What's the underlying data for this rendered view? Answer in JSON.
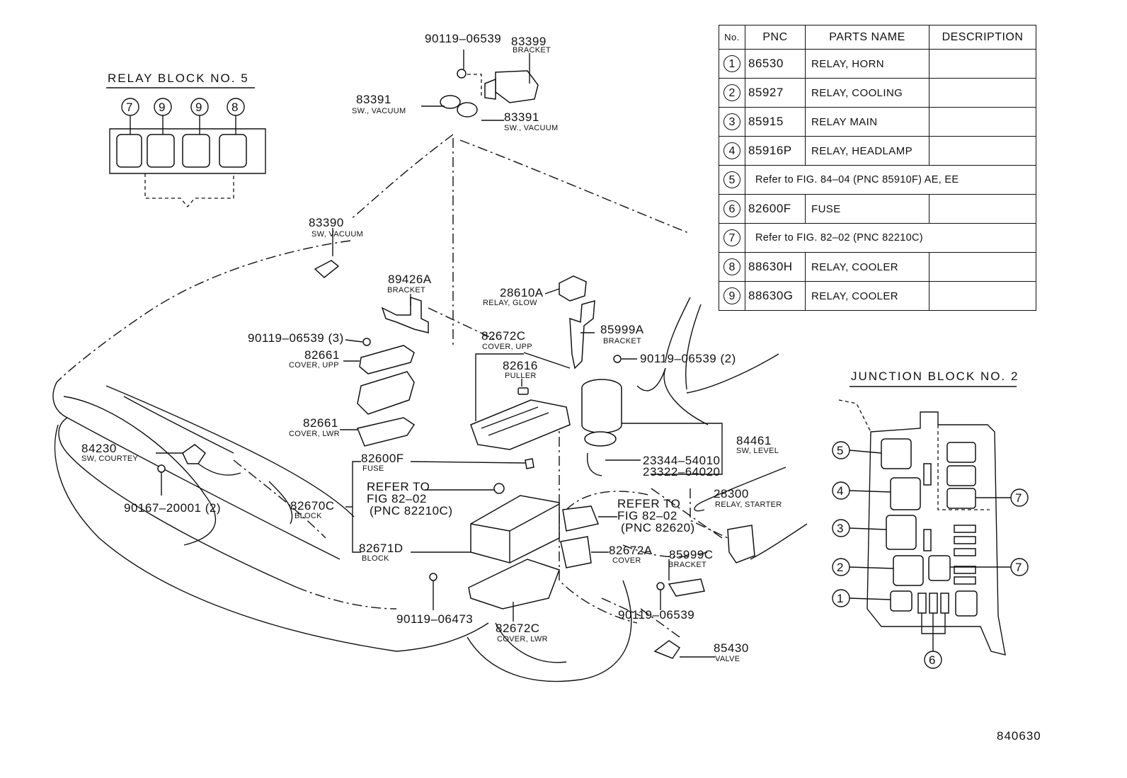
{
  "relay_block": {
    "title": "RELAY BLOCK NO. 5",
    "slots": [
      "7",
      "9",
      "9",
      "8"
    ]
  },
  "junction_block": {
    "title": "JUNCTION BLOCK NO. 2",
    "callouts": [
      "5",
      "4",
      "3",
      "2",
      "1",
      "7",
      "7",
      "6"
    ]
  },
  "table": {
    "headers": [
      "No.",
      "PNC",
      "PARTS NAME",
      "DESCRIPTION"
    ],
    "rows": [
      {
        "no": "1",
        "pnc": "86530",
        "name": "RELAY, HORN"
      },
      {
        "no": "2",
        "pnc": "85927",
        "name": "RELAY, COOLING"
      },
      {
        "no": "3",
        "pnc": "85915",
        "name": "RELAY MAIN"
      },
      {
        "no": "4",
        "pnc": "85916P",
        "name": "RELAY, HEADLAMP"
      },
      {
        "no": "5",
        "ref": "Refer to FIG. 84–04 (PNC 85910F) AE, EE"
      },
      {
        "no": "6",
        "pnc": "82600F",
        "name": "FUSE"
      },
      {
        "no": "7",
        "ref": "Refer to FIG. 82–02 (PNC 82210C)"
      },
      {
        "no": "8",
        "pnc": "88630H",
        "name": "RELAY, COOLER"
      },
      {
        "no": "9",
        "pnc": "88630G",
        "name": "RELAY, COOLER"
      }
    ]
  },
  "parts": [
    {
      "id": "p90119_top",
      "pn": "90119–06539",
      "label": ""
    },
    {
      "id": "p83399",
      "pn": "83399",
      "label": "BRACKET"
    },
    {
      "id": "p83391a",
      "pn": "83391",
      "label": "SW., VACUUM"
    },
    {
      "id": "p83391b",
      "pn": "83391",
      "label": "SW., VACUUM"
    },
    {
      "id": "p83390",
      "pn": "83390",
      "label": "SW, VACUUM"
    },
    {
      "id": "p89426A",
      "pn": "89426A",
      "label": "BRACKET"
    },
    {
      "id": "p28610A",
      "pn": "28610A",
      "label": "RELAY, GLOW"
    },
    {
      "id": "p85999A",
      "pn": "85999A",
      "label": "BRACKET"
    },
    {
      "id": "p90119_3",
      "pn": "90119–06539 (3)",
      "label": ""
    },
    {
      "id": "p82672C_upp",
      "pn": "82672C",
      "label": "COVER, UPP"
    },
    {
      "id": "p90119_2",
      "pn": "90119–06539 (2)",
      "label": ""
    },
    {
      "id": "p82661_upp",
      "pn": "82661",
      "label": "COVER, UPP"
    },
    {
      "id": "p82616",
      "pn": "82616",
      "label": "PULLER"
    },
    {
      "id": "p82661_lwr",
      "pn": "82661",
      "label": "COVER, LWR"
    },
    {
      "id": "p84461",
      "pn": "84461",
      "label": "SW, LEVEL"
    },
    {
      "id": "p84230",
      "pn": "84230",
      "label": "SW, COURTEY"
    },
    {
      "id": "p82600F",
      "pn": "82600F",
      "label": "FUSE"
    },
    {
      "id": "p23344",
      "pn": "23344–54010",
      "label": ""
    },
    {
      "id": "p23322",
      "pn": "23322–64020",
      "label": ""
    },
    {
      "id": "p90167",
      "pn": "90167–20001 (2)",
      "label": ""
    },
    {
      "id": "p82670C",
      "pn": "82670C",
      "label": "BLOCK"
    },
    {
      "id": "p28300",
      "pn": "28300",
      "label": "RELAY, STARTER"
    },
    {
      "id": "p82671D",
      "pn": "82671D",
      "label": "BLOCK"
    },
    {
      "id": "p82672A",
      "pn": "82672A",
      "label": "COVER"
    },
    {
      "id": "p85999C",
      "pn": "85999C",
      "label": "BRACKET"
    },
    {
      "id": "p90119_06473",
      "pn": "90119–06473",
      "label": ""
    },
    {
      "id": "p90119_b",
      "pn": "90119–06539",
      "label": ""
    },
    {
      "id": "p82672C_lwr",
      "pn": "82672C",
      "label": "COVER, LWR"
    },
    {
      "id": "p85430",
      "pn": "85430",
      "label": "VALVE"
    }
  ],
  "refer_notes": {
    "note_a": [
      "REFER TO",
      "FIG 82–02",
      "(PNC 82210C)"
    ],
    "note_b": [
      "REFER TO",
      "FIG 82–02",
      "(PNC 82620)"
    ]
  },
  "drawing_number": "840630"
}
